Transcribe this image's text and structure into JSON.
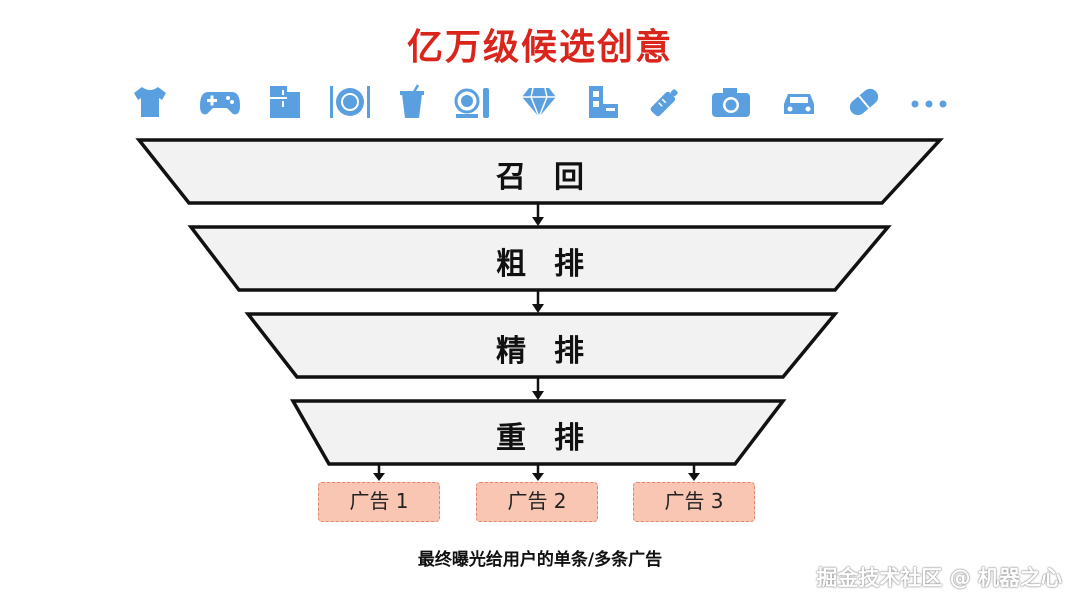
{
  "title": "亿万级候选创意",
  "icons": [
    "tshirt-icon",
    "gamepad-icon",
    "fridge-icon",
    "dining-icon",
    "drink-cup-icon",
    "cosmetics-icon",
    "diamond-icon",
    "furniture-icon",
    "baby-bottle-icon",
    "camera-icon",
    "car-icon",
    "pill-icon",
    "more-icon"
  ],
  "stages": [
    "召回",
    "粗排",
    "精排",
    "重排"
  ],
  "ads": [
    "广告 1",
    "广告 2",
    "广告 3"
  ],
  "caption": "最终曝光给用户的单条/多条广告",
  "watermark": "掘金技术社区 @ 机器之心",
  "colors": {
    "title": "#d9251c",
    "icon": "#5aa0e0",
    "stage_fill": "#f2f2f2",
    "ad_fill": "#f8c6b2",
    "ad_border": "#e2876a"
  }
}
